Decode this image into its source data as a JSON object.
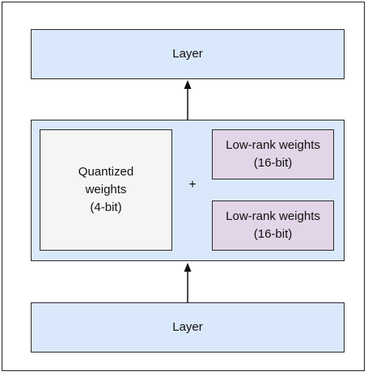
{
  "diagram": {
    "top_layer": {
      "label": "Layer"
    },
    "bottom_layer": {
      "label": "Layer"
    },
    "quantized": {
      "lines": [
        "Quantized",
        "weights",
        "(4-bit)"
      ]
    },
    "operator": "+",
    "lowrank_a": {
      "lines": [
        "Low-rank weights",
        "(16-bit)"
      ]
    },
    "lowrank_b": {
      "lines": [
        "Low-rank weights",
        "(16-bit)"
      ]
    },
    "colors": {
      "layer_fill": "#dae8fc",
      "quantized_fill": "#f5f5f5",
      "lowrank_fill": "#e1d5e7",
      "stroke": "#2b2b2b"
    }
  }
}
